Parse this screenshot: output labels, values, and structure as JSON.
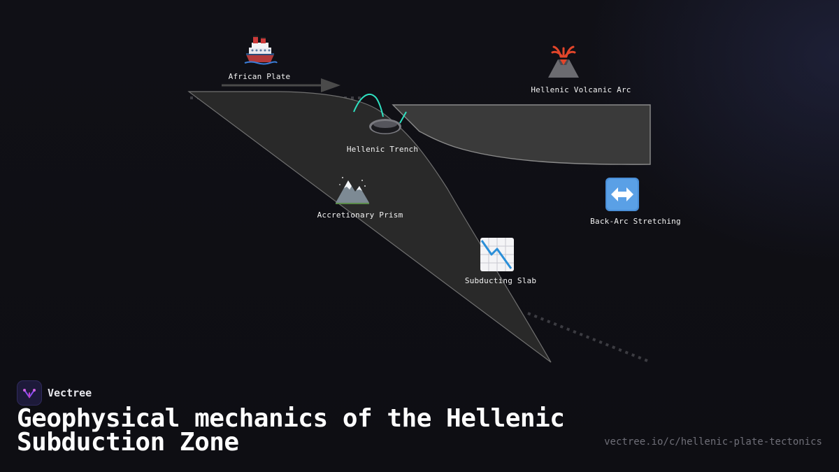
{
  "diagram": {
    "nodes": {
      "african_plate": {
        "label": "African Plate",
        "icon": "ship-icon"
      },
      "hellenic_trench": {
        "label": "Hellenic Trench",
        "icon": "trench-hole-icon"
      },
      "accretionary_prism": {
        "label": "Accretionary Prism",
        "icon": "mountain-icon"
      },
      "subducting_slab": {
        "label": "Subducting Slab",
        "icon": "chart-decreasing-icon"
      },
      "hellenic_volcanic_arc": {
        "label": "Hellenic Volcanic Arc",
        "icon": "volcano-icon"
      },
      "back_arc_stretching": {
        "label": "Back-Arc Stretching",
        "icon": "left-right-arrow-icon"
      }
    },
    "colors": {
      "plate_fill": "#2a2a2a",
      "plate_stroke": "#6a6a6a",
      "overriding_fill": "#3a3a3a",
      "accent": "#2fe0c0",
      "arrow": "#4a4a4a",
      "dotted": "#3c3c42"
    }
  },
  "brand": {
    "name": "Vectree"
  },
  "title": "Geophysical mechanics of the Hellenic Subduction Zone",
  "source": "vectree.io/c/hellenic-plate-tectonics"
}
